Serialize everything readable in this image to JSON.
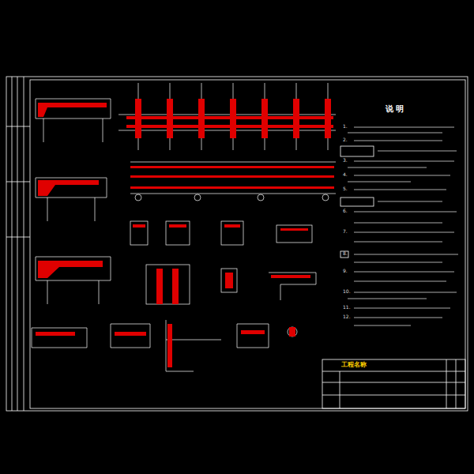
{
  "diagram": {
    "title": "说 明",
    "labels": [
      "1.",
      "2.",
      "3.",
      "4.",
      "5.",
      "6.",
      "7.",
      "8.",
      "9.",
      "10.",
      "11.",
      "12.",
      "工程名称"
    ]
  }
}
